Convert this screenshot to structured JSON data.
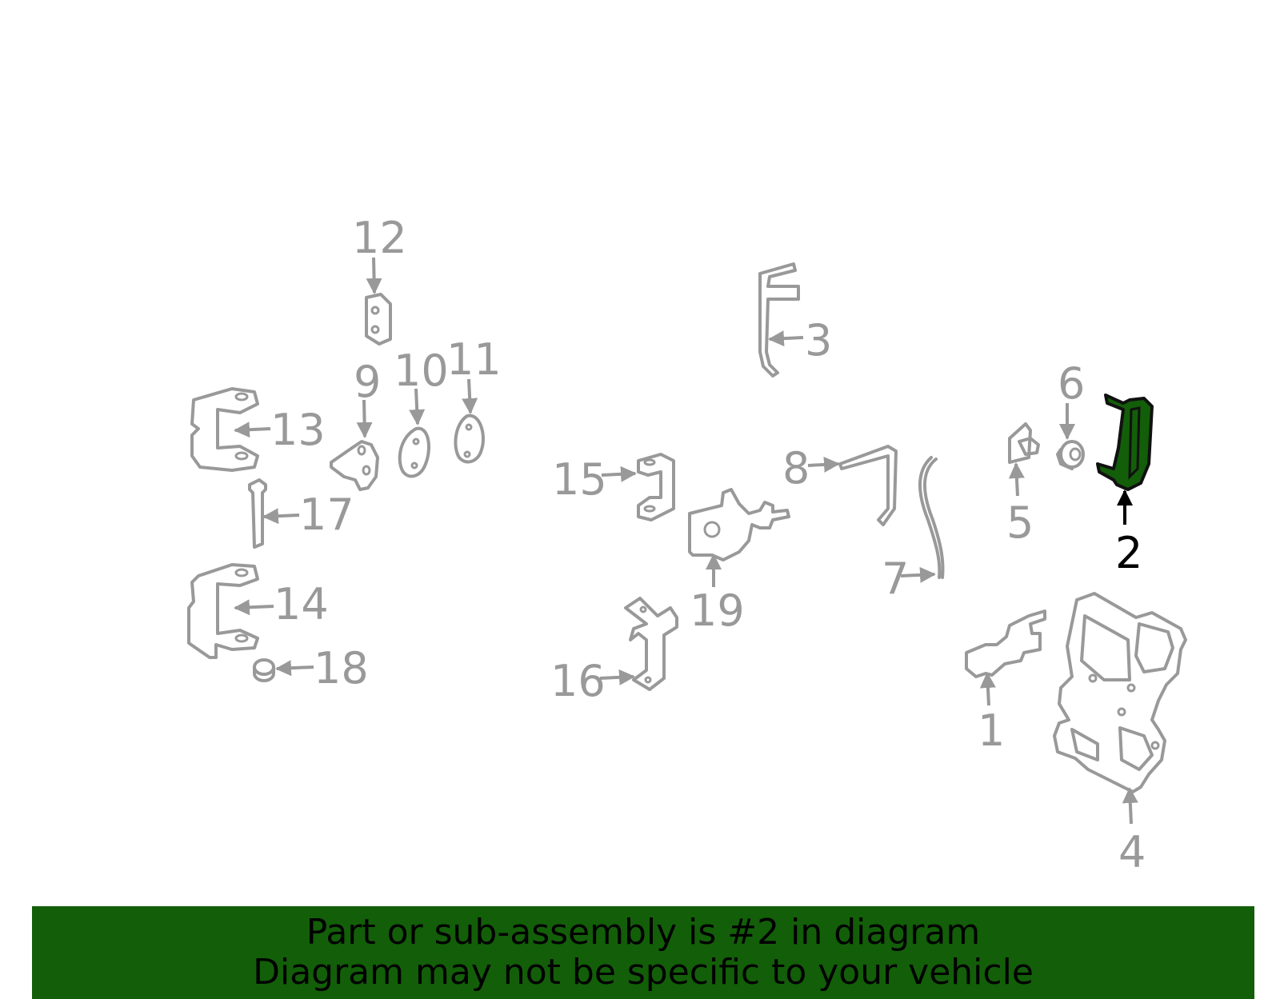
{
  "diagram": {
    "highlight_color": "#135e09",
    "part_color": "#999999",
    "highlighted_part": "2",
    "callouts": [
      "1",
      "2",
      "3",
      "4",
      "5",
      "6",
      "7",
      "8",
      "9",
      "10",
      "11",
      "12",
      "13",
      "14",
      "15",
      "16",
      "17",
      "18",
      "19"
    ]
  },
  "banner": {
    "line1": "Part or sub-assembly is #2 in diagram",
    "line2": "Diagram may not be specific to your vehicle",
    "background": "#135e09"
  }
}
